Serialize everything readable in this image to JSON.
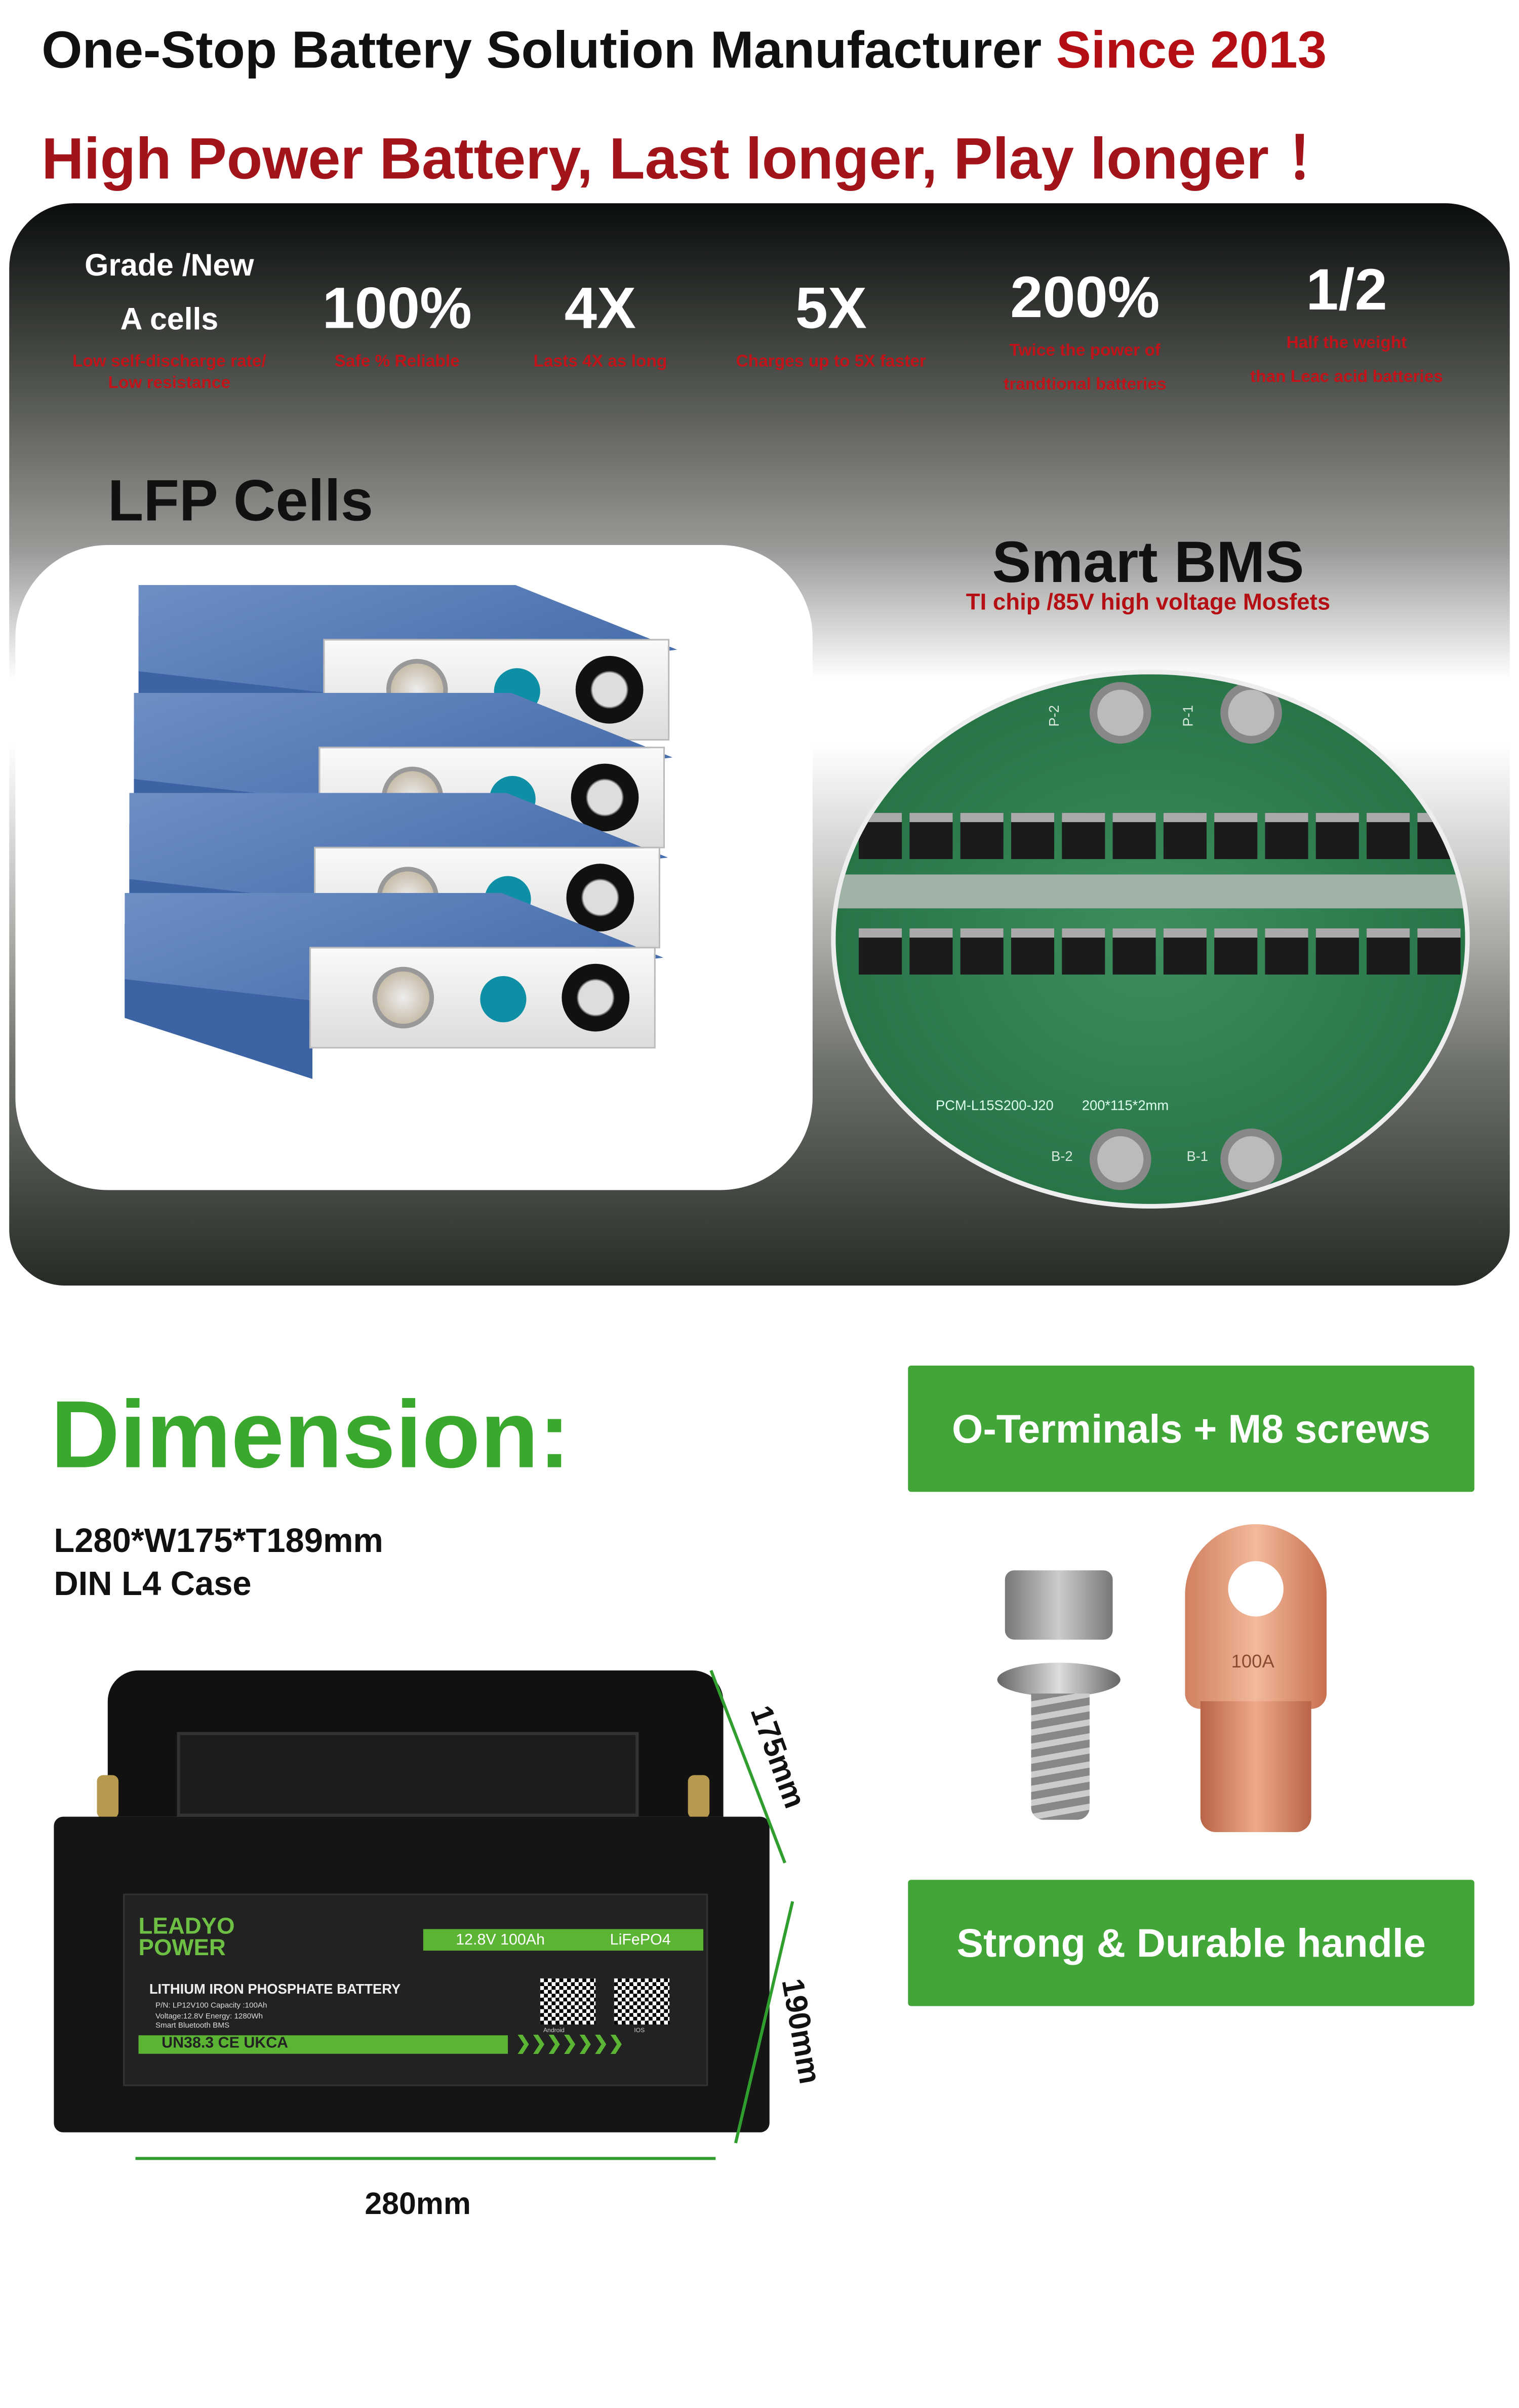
{
  "header": {
    "line1": "One-Stop Battery Solution Manufacturer ",
    "line1_accent": "Since 2013",
    "line2": "High Power Battery, Last longer, Play longer  ！"
  },
  "stats": [
    {
      "big1": "Grade /New",
      "big2": "A cells",
      "sub1": "Low self-discharge rate/",
      "sub2": "Low resistance"
    },
    {
      "big1": "100%",
      "sub1": "Safe % Reliable"
    },
    {
      "big1": "4X",
      "sub1": "Lasts 4X as long"
    },
    {
      "big1": "5X",
      "sub1": "Charges up to 5X faster"
    },
    {
      "big1": "200%",
      "sub1": "Twice the power of",
      "sub2": "trandtional batteries"
    },
    {
      "big1": "1/2",
      "sub1": "Half the weight",
      "sub2": "than Leac acid batteries"
    }
  ],
  "lfp": {
    "title": "LFP Cells"
  },
  "bms": {
    "title": "Smart BMS",
    "subtitle": "TI chip /85V high voltage Mosfets",
    "board_text1": "PCM-L15S200-J20",
    "board_text2": "200*115*2mm",
    "pads": [
      "P-2",
      "P-1",
      "B-2",
      "B-1"
    ]
  },
  "dimension": {
    "title": "Dimension:",
    "size": "L280*W175*T189mm",
    "case": "DIN L4 Case",
    "width_label": "175mm",
    "height_label": "190mm",
    "length_label": "280mm"
  },
  "features": {
    "terminals": "O-Terminals + M8 screws",
    "handle": "Strong & Durable handle",
    "lug_text": "100A"
  },
  "battery_label": {
    "brand1": "LEADYO",
    "brand2": "POWER",
    "rating": "12.8V 100Ah",
    "chem": "LiFePO4",
    "type": "LITHIUM IRON PHOSPHATE BATTERY",
    "pn": "P/N: LP12V100  Capacity :100Ah",
    "volt": "Voltage:12.8V  Energy: 1280Wh",
    "bms": "Smart Bluetooth BMS",
    "cert": "UN38.3 CE UKCA",
    "android": "Android",
    "ios": "IOS"
  },
  "colors": {
    "red": "#b40f14",
    "green": "#41a637"
  }
}
